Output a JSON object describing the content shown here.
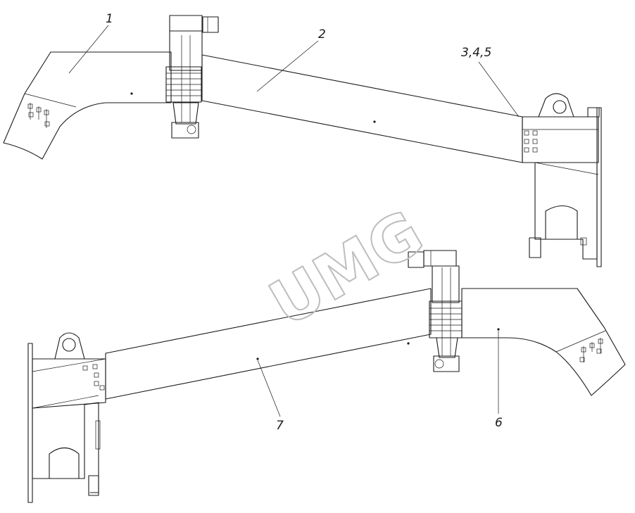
{
  "watermark": "UMG",
  "callouts": {
    "c1": "1",
    "c2": "2",
    "c345": "3,4,5",
    "c6": "6",
    "c7": "7"
  },
  "colors": {
    "line": "#1a1a1a",
    "watermark": "#bdbdbd",
    "background": "#ffffff"
  }
}
